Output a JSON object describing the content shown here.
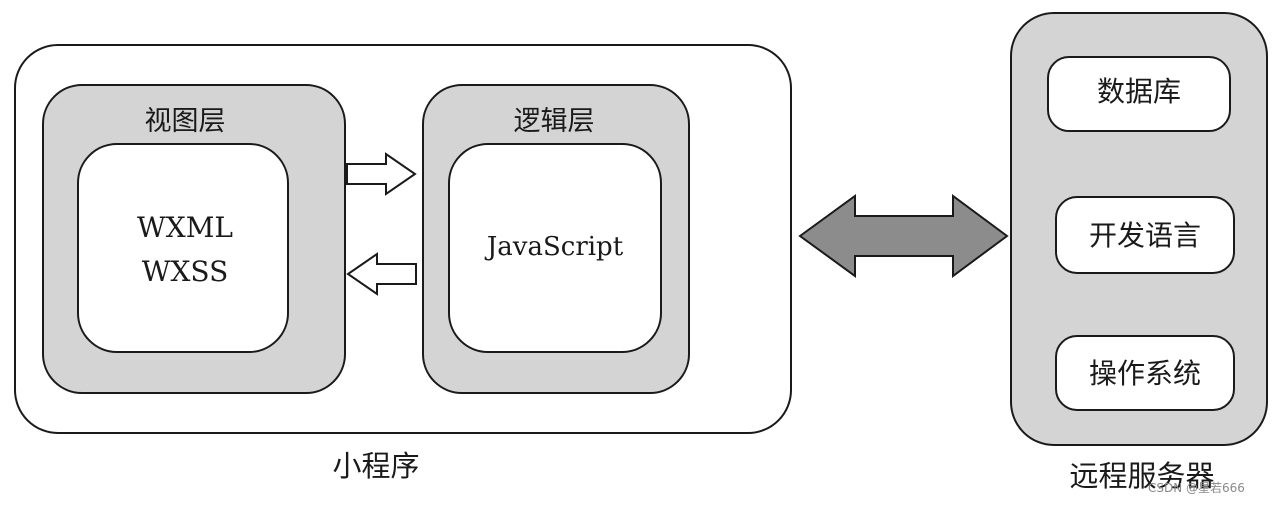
{
  "diagram": {
    "mini_program": {
      "label": "小程序",
      "view_layer": {
        "title": "视图层",
        "content": [
          "WXML",
          "WXSS"
        ]
      },
      "logic_layer": {
        "title": "逻辑层",
        "content": "JavaScript"
      }
    },
    "remote_server": {
      "label": "远程服务器",
      "items": [
        "数据库",
        "开发语言",
        "操作系统"
      ]
    },
    "watermark": "CSDN @星若666"
  },
  "colors": {
    "layer_fill": "#d4d4d4",
    "arrow_fill": "#8c8c8c",
    "stroke": "#1a1a1a"
  }
}
